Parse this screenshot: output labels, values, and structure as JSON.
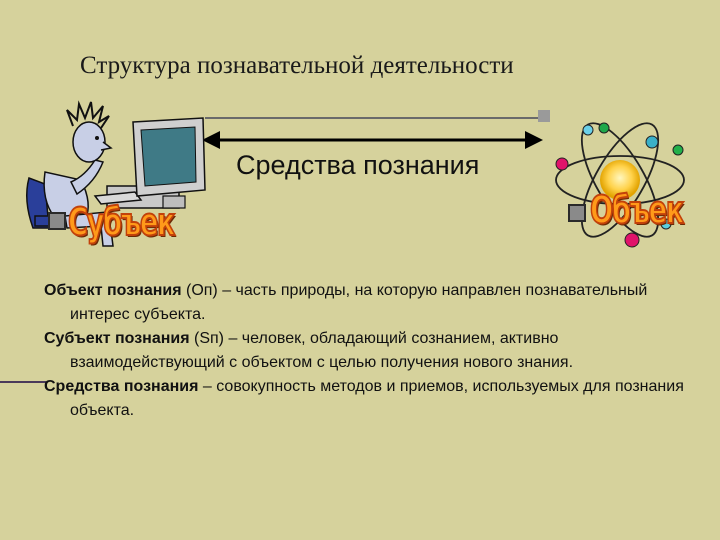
{
  "title": "Структура познавательной деятельности",
  "means_label": "Средства познания",
  "subject_word": "Субъек",
  "object_word": "Объек",
  "colors": {
    "background": "#d6d29c",
    "wordart_fill": "#ff9a1a",
    "wordart_stroke": "#c2410a",
    "monitor_screen": "#3f7a86"
  },
  "icons": {
    "person": "person-at-computer-icon",
    "atom": "atom-icon"
  },
  "definitions": [
    {
      "term": "Объект познания",
      "rest": " (Оп) – часть природы, на которую направлен познавательный интерес субъекта."
    },
    {
      "term": "Субъект познания",
      "rest": " (Sп) – человек, обладающий сознанием, активно взаимодействующий с объектом с целью получения нового знания."
    },
    {
      "term": "Средства познания",
      "rest": " – совокупность методов и приемов, используемых для познания объекта."
    }
  ]
}
